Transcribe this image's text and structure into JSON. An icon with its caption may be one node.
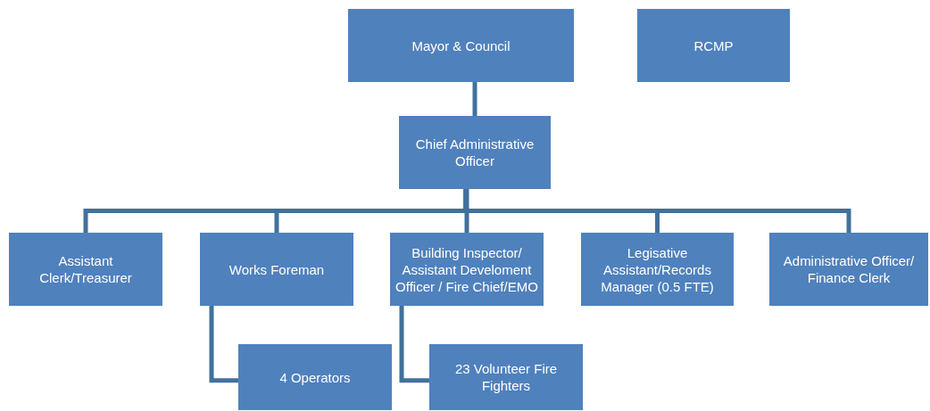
{
  "diagram": {
    "nodes": [
      {
        "text": [
          "Mayor & Council"
        ]
      },
      {
        "text": [
          "RCMP"
        ]
      },
      {
        "text": [
          "Chief Administrative Officer"
        ]
      },
      {
        "text": [
          "Assistant Clerk/Treasurer"
        ]
      },
      {
        "text": [
          "Works Foreman"
        ]
      },
      {
        "text": [
          "Building Inspector/ Assistant Develoment Officer / Fire Chief/EMO"
        ]
      },
      {
        "text": [
          "Legisative Assistant/Records Manager (0.5 FTE)"
        ]
      },
      {
        "text": [
          "Administrative Officer/ Finance Clerk"
        ]
      },
      {
        "text": [
          "4 Operators"
        ]
      },
      {
        "text": [
          "23 Volunteer Fire Fighters"
        ]
      }
    ],
    "edges": [
      {
        "from": 0,
        "to": 2,
        "arrow": "none"
      },
      {
        "from": 2,
        "to": 3,
        "arrow": "none"
      },
      {
        "from": 2,
        "to": 4,
        "arrow": "none"
      },
      {
        "from": 2,
        "to": 5,
        "arrow": "none"
      },
      {
        "from": 2,
        "to": 6,
        "arrow": "none"
      },
      {
        "from": 2,
        "to": 7,
        "arrow": "none"
      },
      {
        "from": 4,
        "to": 8,
        "arrow": "none"
      },
      {
        "from": 5,
        "to": 9,
        "arrow": "none"
      }
    ]
  }
}
